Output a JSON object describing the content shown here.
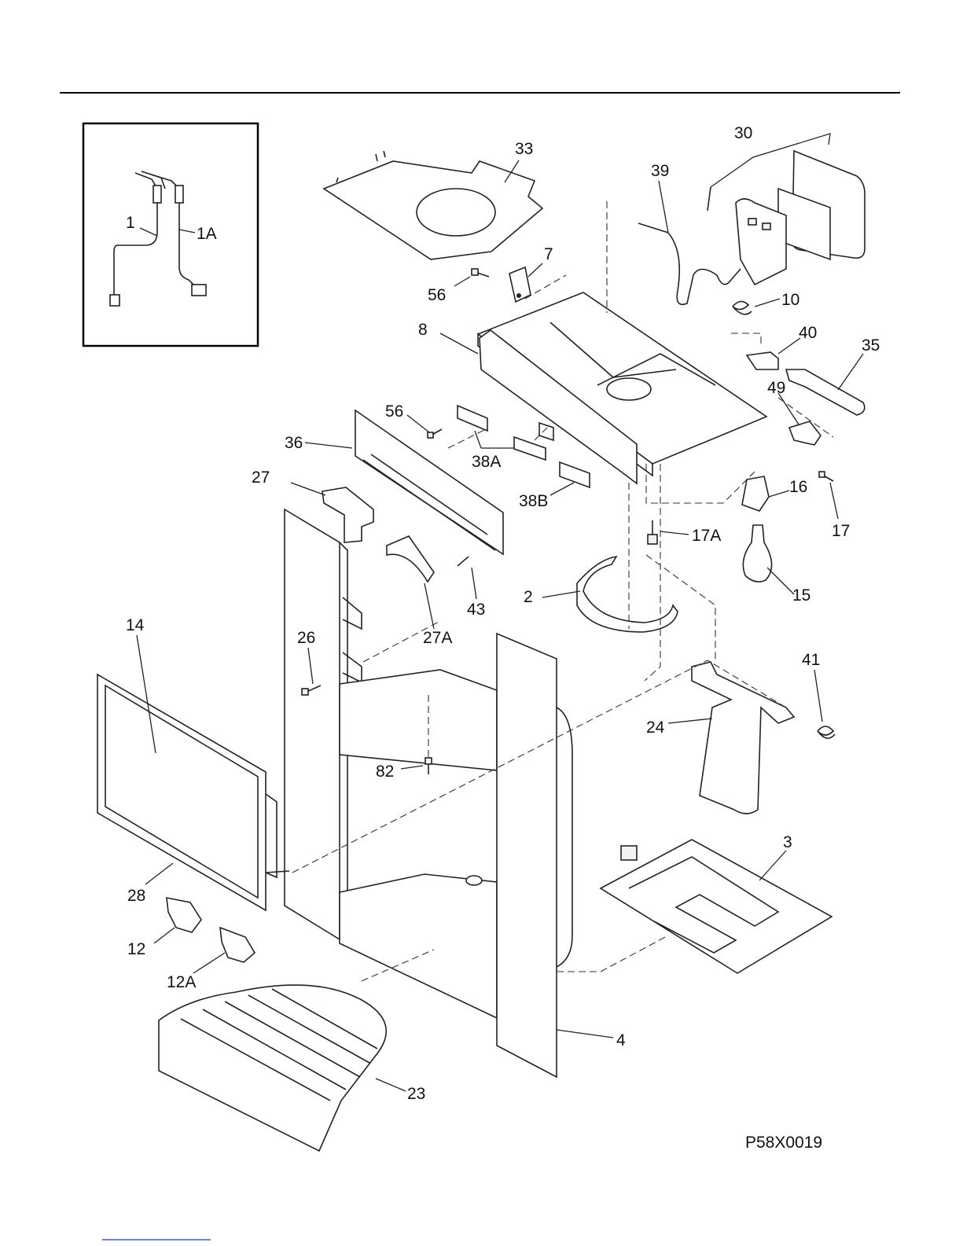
{
  "diagram": {
    "drawing_code": "P58X0019",
    "labels": {
      "p1": "1",
      "p1a": "1A",
      "p2": "2",
      "p3": "3",
      "p4": "4",
      "p7": "7",
      "p8": "8",
      "p10": "10",
      "p12": "12",
      "p12a": "12A",
      "p14": "14",
      "p15": "15",
      "p16": "16",
      "p17": "17",
      "p17a": "17A",
      "p23": "23",
      "p24": "24",
      "p26": "26",
      "p27": "27",
      "p27a": "27A",
      "p28": "28",
      "p30": "30",
      "p33": "33",
      "p35": "35",
      "p36": "36",
      "p38a": "38A",
      "p38b": "38B",
      "p39": "39",
      "p40": "40",
      "p41": "41",
      "p43": "43",
      "p49": "49",
      "p56a": "56",
      "p56b": "56",
      "p82": "82"
    }
  }
}
